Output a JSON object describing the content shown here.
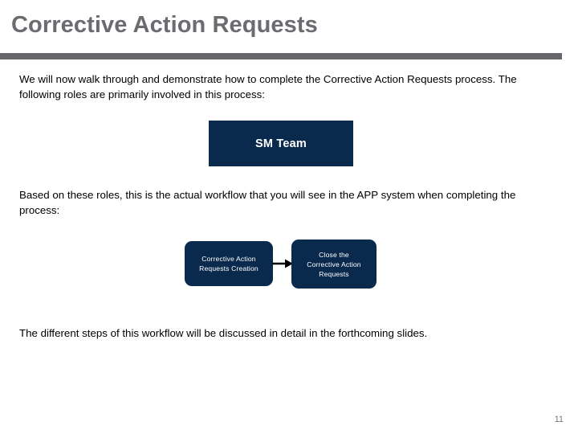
{
  "slide": {
    "title": "Corrective Action Requests",
    "page_number": "11",
    "accent_color": "#0a2a4d",
    "title_color": "#6b6b70",
    "rule_color": "#66666b"
  },
  "paragraphs": {
    "intro": "We will now walk through and demonstrate how to complete the Corrective Action Requests process. The following roles are primarily involved in this process:",
    "workflow_lead": "Based on these roles, this is the actual workflow that you will see in the APP system when completing the process:",
    "closing": "The different steps of this workflow will be discussed in detail in the forthcoming slides."
  },
  "roles": {
    "boxes": [
      {
        "label": "SM Team"
      }
    ]
  },
  "workflow": {
    "steps": [
      {
        "label": "Corrective Action\nRequests Creation"
      },
      {
        "label": "Close the\nCorrective Action\nRequests"
      }
    ],
    "connector": "arrow-right-icon"
  }
}
